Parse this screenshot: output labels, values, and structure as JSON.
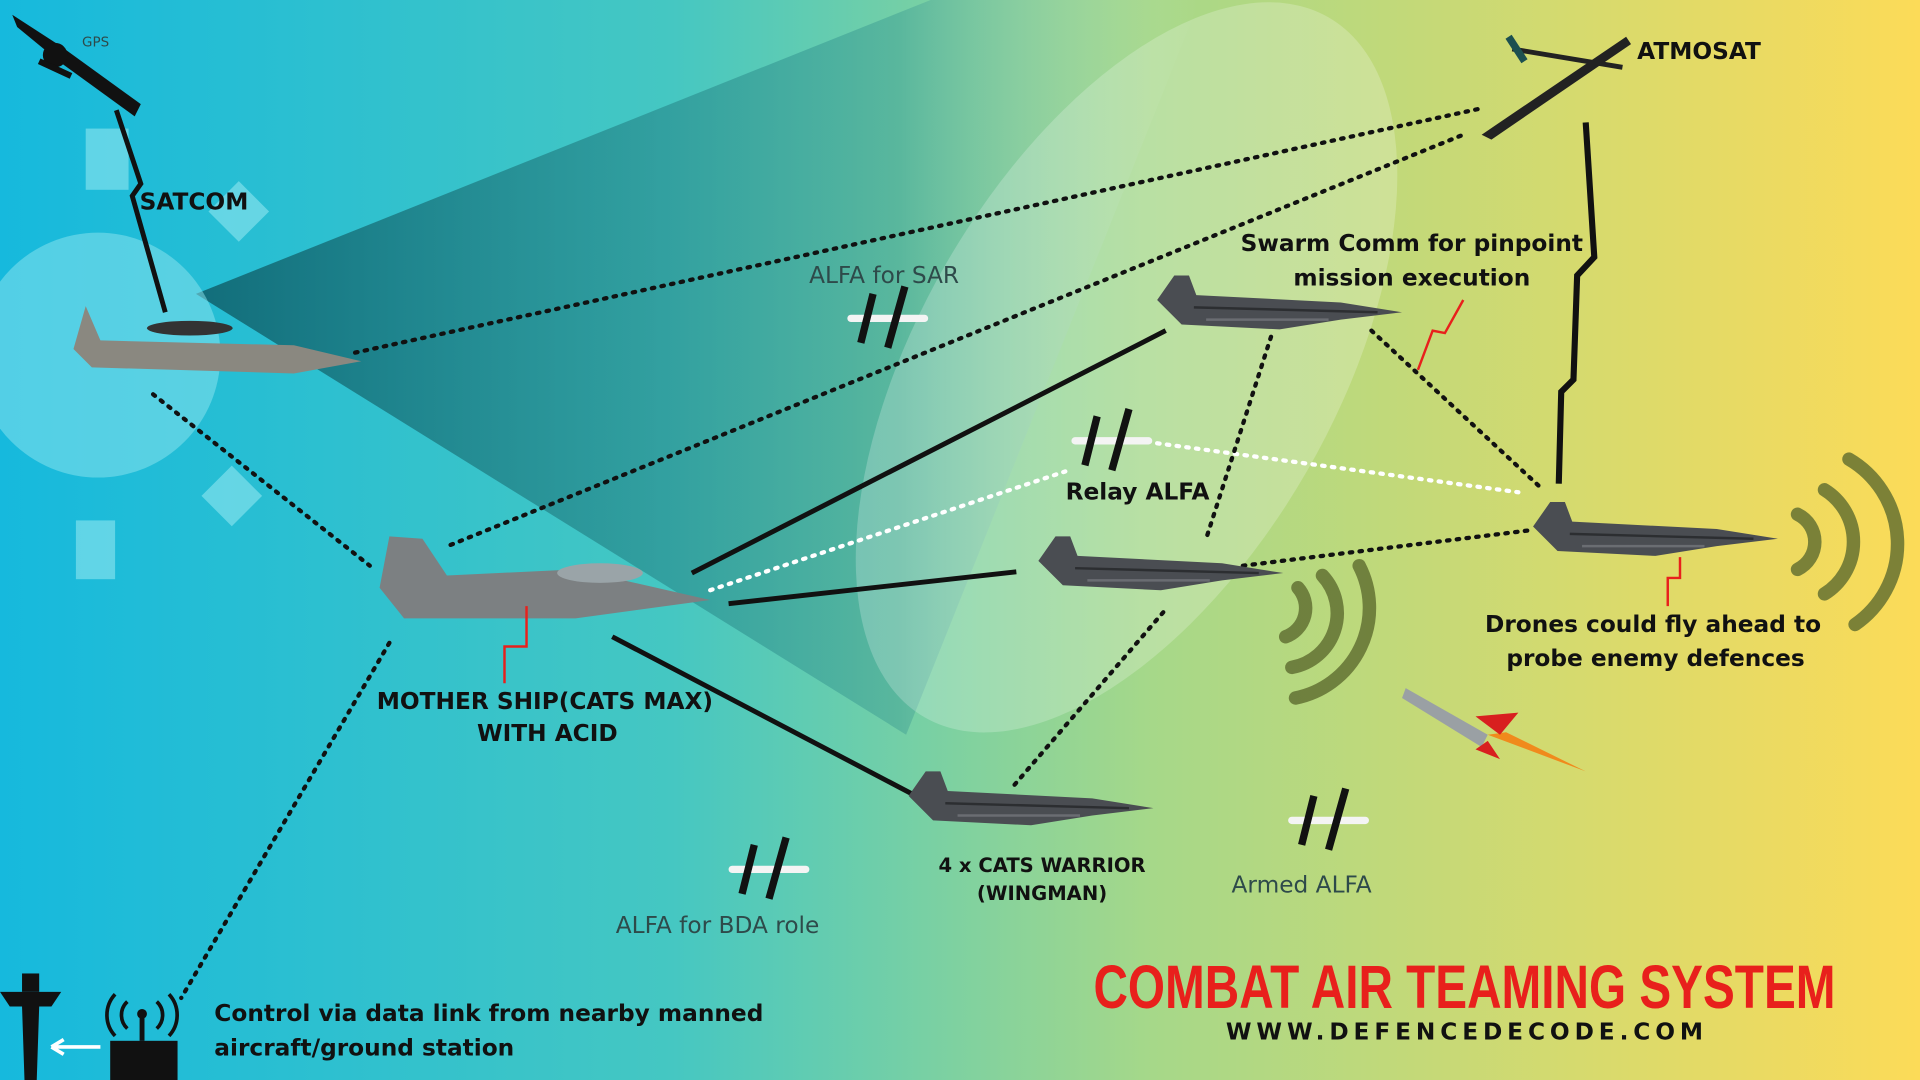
{
  "labels": {
    "gps": "GPS",
    "satcom": "SATCOM",
    "atmosat": "ATMOSAT",
    "alfa_sar": "ALFA for SAR",
    "swarm_comm": [
      "Swarm Comm for pinpoint",
      "mission execution"
    ],
    "relay_alfa": "Relay ALFA",
    "mother_ship": [
      "MOTHER SHIP(CATS MAX)",
      "WITH ACID"
    ],
    "drones_ahead": [
      "Drones could fly ahead to",
      "probe enemy defences"
    ],
    "cats_warrior": [
      "4 x CATS WARRIOR",
      "(WINGMAN)"
    ],
    "armed_alfa": "Armed ALFA",
    "alfa_bda": "ALFA for BDA role",
    "control": [
      "Control via data link from nearby manned",
      "aircraft/ground station"
    ]
  },
  "title": "COMBAT AIR TEAMING SYSTEM",
  "website": "WWW.DEFENCEDECODE.COM",
  "colors": {
    "title": "#e8201c",
    "bg_left": "#16b9dd",
    "bg_mid": "#5fcdb4",
    "bg_right": "#fcdb58"
  }
}
